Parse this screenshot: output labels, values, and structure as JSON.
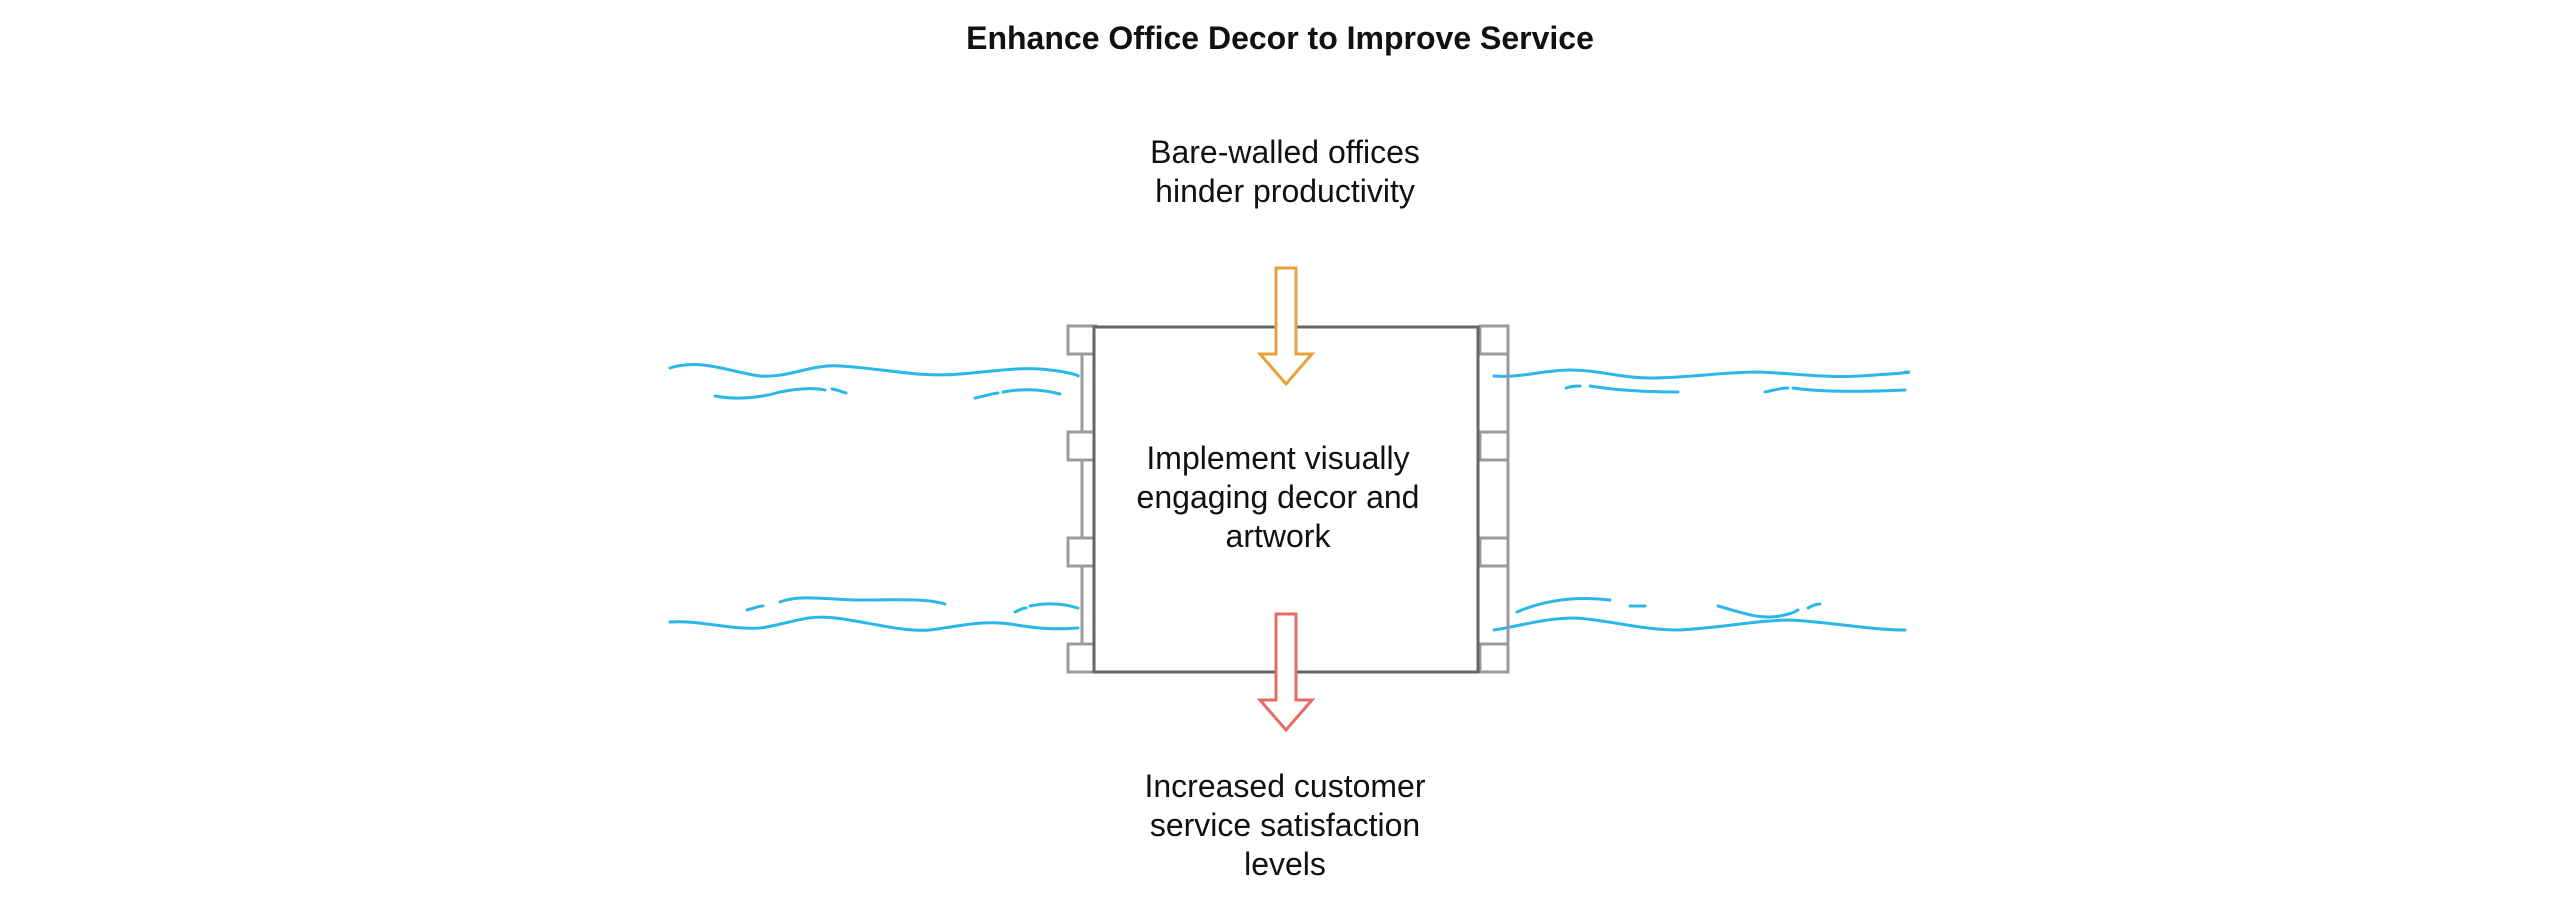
{
  "title": "Enhance Office Decor to Improve Service",
  "problem": "Bare-walled offices\nhinder productivity",
  "solution": "Implement visually\nengaging decor and\nartwork",
  "outcome": "Increased customer\nservice satisfaction\nlevels",
  "colors": {
    "water": "#2bb8e8",
    "frame": "#9a9a9a",
    "gate_border": "#666666",
    "input_arrow": "#e8a13a",
    "output_arrow": "#e86a63",
    "text": "#111111"
  }
}
